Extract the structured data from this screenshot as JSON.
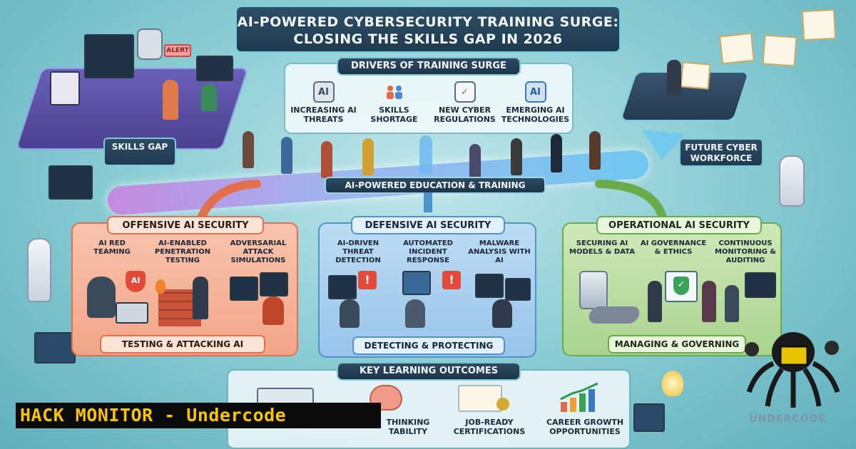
{
  "title": {
    "line1": "AI-POWERED CYBERSECURITY TRAINING SURGE:",
    "line2": "CLOSING THE SKILLS GAP IN 2026"
  },
  "drivers": {
    "heading": "DRIVERS OF TRAINING SURGE",
    "items": [
      {
        "label": "INCREASING AI THREATS",
        "icon": "ai-warning-icon",
        "glyph": "AI"
      },
      {
        "label": "SKILLS SHORTAGE",
        "icon": "people-icon",
        "glyph": ""
      },
      {
        "label": "NEW CYBER REGULATIONS",
        "icon": "checklist-icon",
        "glyph": "✓"
      },
      {
        "label": "EMERGING AI TECHNOLOGIES",
        "icon": "ai-chip-icon",
        "glyph": "AI"
      }
    ]
  },
  "skills_gap": "SKILLS GAP",
  "future_workforce": "FUTURE CYBER WORKFORCE",
  "band_label": "AI-POWERED EDUCATION & TRAINING",
  "screen_labels": {
    "alert": "ALERT"
  },
  "panels": {
    "offensive": {
      "heading": "OFFENSIVE AI SECURITY",
      "items": [
        "AI RED TEAMING",
        "AI-ENABLED PENETRATION TESTING",
        "ADVERSARIAL ATTACK SIMULATIONS"
      ],
      "footer": "TESTING & ATTACKING AI",
      "colors": {
        "bg": "#f6b79c",
        "border": "#e2704f",
        "head": "#fbe3d6",
        "foot": "#fbe3d6"
      }
    },
    "defensive": {
      "heading": "DEFENSIVE AI SECURITY",
      "items": [
        "AI-DRIVEN THREAT DETECTION",
        "AUTOMATED INCIDENT RESPONSE",
        "MALWARE ANALYSIS WITH AI"
      ],
      "footer": "DETECTING & PROTECTING",
      "colors": {
        "bg": "#a9d0ee",
        "border": "#4f93cc",
        "head": "#e2f0fb",
        "foot": "#e2f0fb"
      }
    },
    "operational": {
      "heading": "OPERATIONAL AI SECURITY",
      "items": [
        "SECURING AI MODELS & DATA",
        "AI GOVERNANCE & ETHICS",
        "CONTINUOUS MONITORING & AUDITING"
      ],
      "footer": "MANAGING & GOVERNING",
      "colors": {
        "bg": "#bfe0a6",
        "border": "#6aac4c",
        "head": "#eaf5de",
        "foot": "#eaf5de"
      }
    }
  },
  "outcomes": {
    "heading": "KEY LEARNING OUTCOMES",
    "items": [
      {
        "label": "",
        "icon": "lab-tools-icon"
      },
      {
        "label": "THINKING\nTABILITY",
        "icon": "brain-icon"
      },
      {
        "label": "JOB-READY CERTIFICATIONS",
        "icon": "certificate-icon"
      },
      {
        "label": "CAREER GROWTH OPPORTUNITIES",
        "icon": "growth-chart-icon"
      }
    ]
  },
  "watermark": "HACK MONITOR - Undercode",
  "brand_logo_text": "UNDERCODE"
}
